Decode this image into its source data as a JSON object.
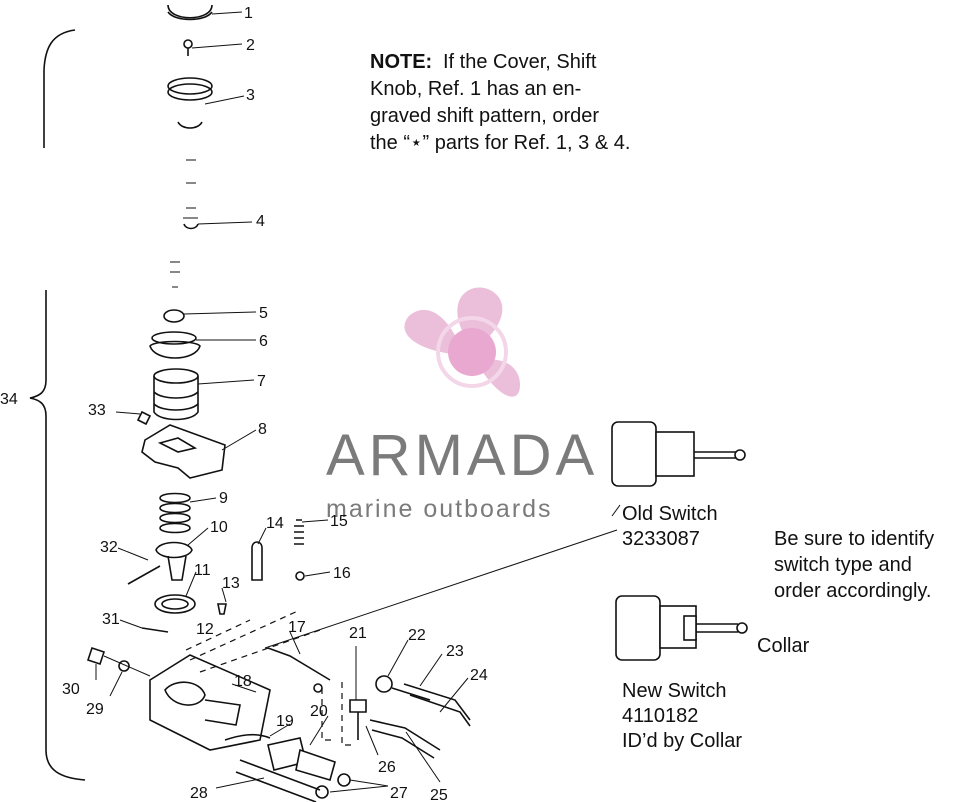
{
  "note": {
    "label": "NOTE:",
    "lines": [
      "If the Cover, Shift",
      "Knob, Ref. 1 has an en-",
      "graved shift pattern, order",
      "the “⋆” parts for Ref. 1, 3 & 4."
    ]
  },
  "watermark": {
    "brand": "ARMADA",
    "tagline": "marine outboards",
    "logo_color": "#e3a3cc"
  },
  "old_switch": {
    "label": "Old Switch",
    "part_number": "3233087"
  },
  "new_switch": {
    "label": "New Switch",
    "part_number": "4110182",
    "note": "ID’d by Collar",
    "collar_label": "Collar"
  },
  "identify_note": [
    "Be sure to identify",
    "switch type and",
    "order accordingly."
  ],
  "refs": [
    "1",
    "2",
    "3",
    "4",
    "5",
    "6",
    "7",
    "8",
    "9",
    "10",
    "11",
    "12",
    "13",
    "14",
    "15",
    "16",
    "17",
    "18",
    "19",
    "20",
    "21",
    "22",
    "23",
    "24",
    "25",
    "26",
    "27",
    "28",
    "29",
    "30",
    "31",
    "32",
    "33",
    "34"
  ]
}
